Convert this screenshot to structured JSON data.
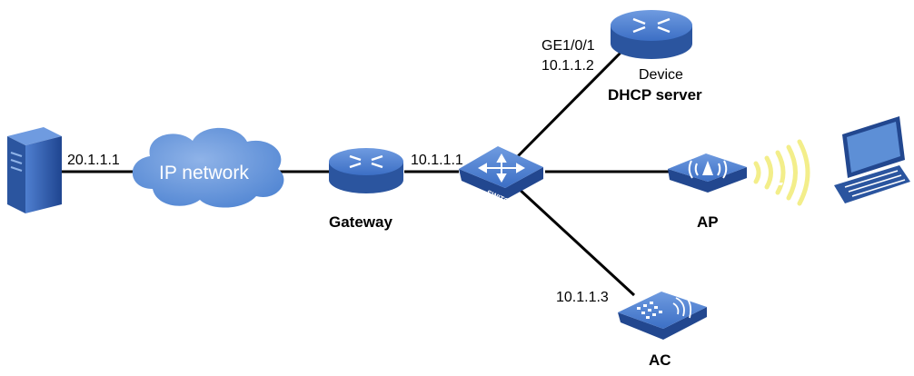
{
  "nodes": {
    "server": {
      "ip": "20.1.1.1"
    },
    "cloud": {
      "label": "IP network"
    },
    "gateway": {
      "label": "Gateway",
      "ip": "10.1.1.1"
    },
    "switch": {
      "label": "SWITCH"
    },
    "device": {
      "label": "Device",
      "role": "DHCP server",
      "interface": "GE1/0/1",
      "ip": "10.1.1.2"
    },
    "ap": {
      "label": "AP"
    },
    "ac": {
      "label": "AC",
      "ip": "10.1.1.3"
    }
  },
  "colors": {
    "device_blue": "#3a6fc4",
    "device_dark": "#22478f",
    "cloud_blue": "#5d8fd6",
    "signal_yellow": "#f3ee8a"
  },
  "icons": [
    "server-icon",
    "cloud-icon",
    "router-icon",
    "switch-icon",
    "access-point-icon",
    "access-controller-icon",
    "wireless-signal-icon",
    "laptop-icon"
  ]
}
